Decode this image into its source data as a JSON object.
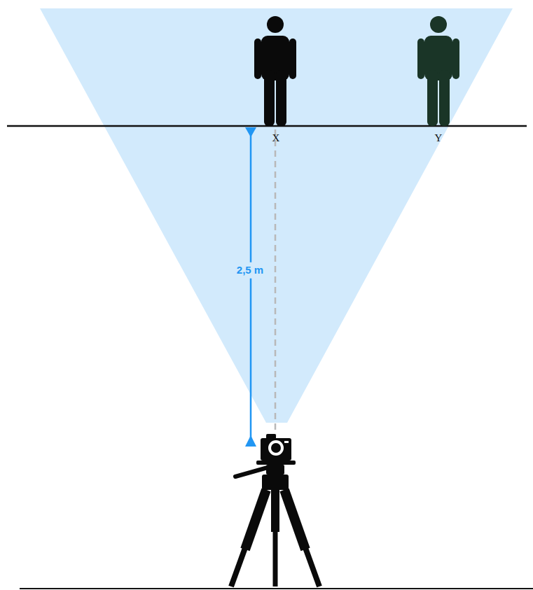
{
  "diagram": {
    "labels": [
      "2,5 m",
      "X",
      "Y"
    ]
  }
}
